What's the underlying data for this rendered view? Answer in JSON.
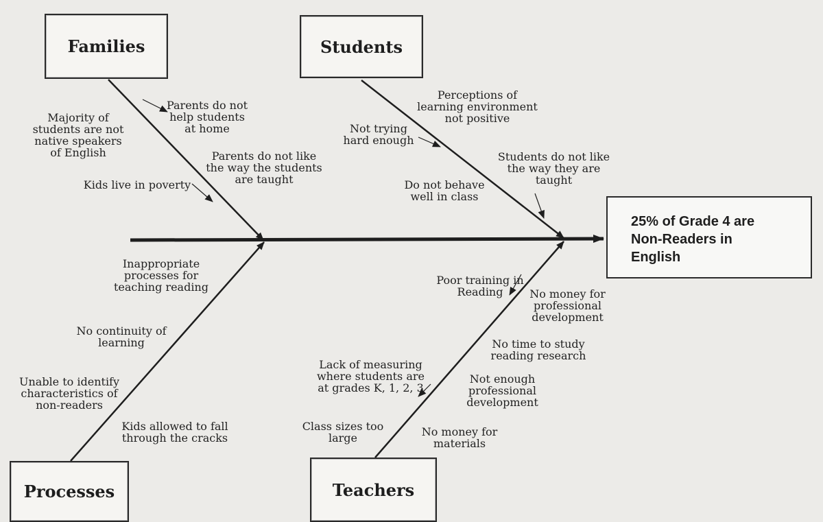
{
  "effect": "25% of Grade 4 are Non-Readers in English",
  "categories": {
    "families": "Families",
    "students": "Students",
    "processes": "Processes",
    "teachers": "Teachers"
  },
  "causes": {
    "families": [
      "Majority of\nstudents are not\nnative speakers\nof English",
      "Parents do not\nhelp students\nat home",
      "Parents do not like\nthe way the students\nare taught",
      "Kids live in poverty"
    ],
    "students": [
      "Perceptions of\nlearning environment\nnot positive",
      "Not trying\nhard enough",
      "Students do not like\nthe way they are\ntaught",
      "Do not behave\nwell in class"
    ],
    "processes": [
      "Inappropriate\nprocesses for\nteaching reading",
      "No continuity of\nlearning",
      "Unable to identify\ncharacteristics of\nnon-readers",
      "Kids allowed to fall\nthrough the cracks"
    ],
    "teachers": [
      "Poor training in\nReading",
      "No money for\nprofessional\ndevelopment",
      "No time to study\nreading research",
      "Lack of measuring\nwhere students are\nat grades K, 1, 2, 3",
      "Not enough\nprofessional\ndevelopment",
      "Class sizes too\nlarge",
      "No money for\nmaterials"
    ]
  }
}
